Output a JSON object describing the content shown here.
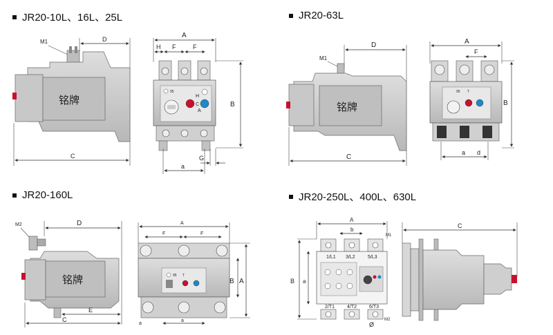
{
  "sections": [
    {
      "title": "JR20-10L、16L、25L"
    },
    {
      "title": "JR20-63L"
    },
    {
      "title": "JR20-160L"
    },
    {
      "title": "JR20-250L、400L、630L"
    }
  ],
  "labels": {
    "nameplate": "铭牌",
    "M1": "M1",
    "M2": "M2",
    "A": "A",
    "B": "B",
    "C": "C",
    "D": "D",
    "E": "E",
    "F": "F",
    "G": "G",
    "H": "H",
    "a": "a",
    "b": "b",
    "d": "d",
    "phi": "Ø",
    "h_small": "H",
    "c_small": "C",
    "a_small": "A",
    "t_small": "T",
    "n95": "95",
    "n96": "96",
    "t1": "1/L1",
    "t2": "3/L2",
    "t3": "5/L3",
    "b1": "2/T1",
    "b2": "4/T2",
    "b3": "6/T3"
  },
  "colors": {
    "body_gray": "#cfcfcf",
    "body_dark": "#9a9a9a",
    "red_button": "#c8102e",
    "blue_button": "#1e88c8"
  }
}
